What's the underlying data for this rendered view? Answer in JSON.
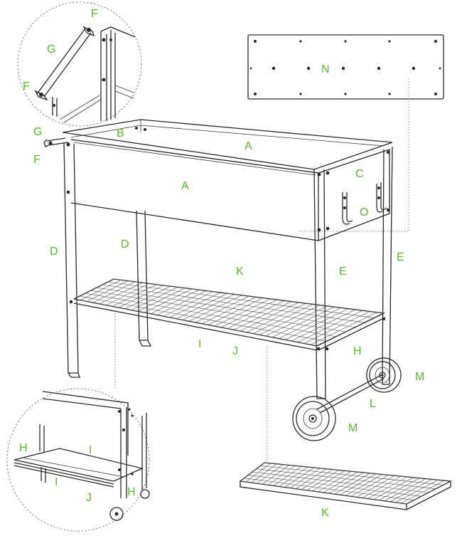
{
  "part_labels": {
    "A": "A",
    "B": "B",
    "C": "C",
    "D": "D",
    "E": "E",
    "F": "F",
    "G": "G",
    "H": "H",
    "I": "I",
    "J": "J",
    "K": "K",
    "L": "L",
    "M": "M",
    "N": "N",
    "O": "O"
  },
  "colors": {
    "label": "#5cb82e",
    "line": "#2a2a2a",
    "leader": "#777777"
  }
}
